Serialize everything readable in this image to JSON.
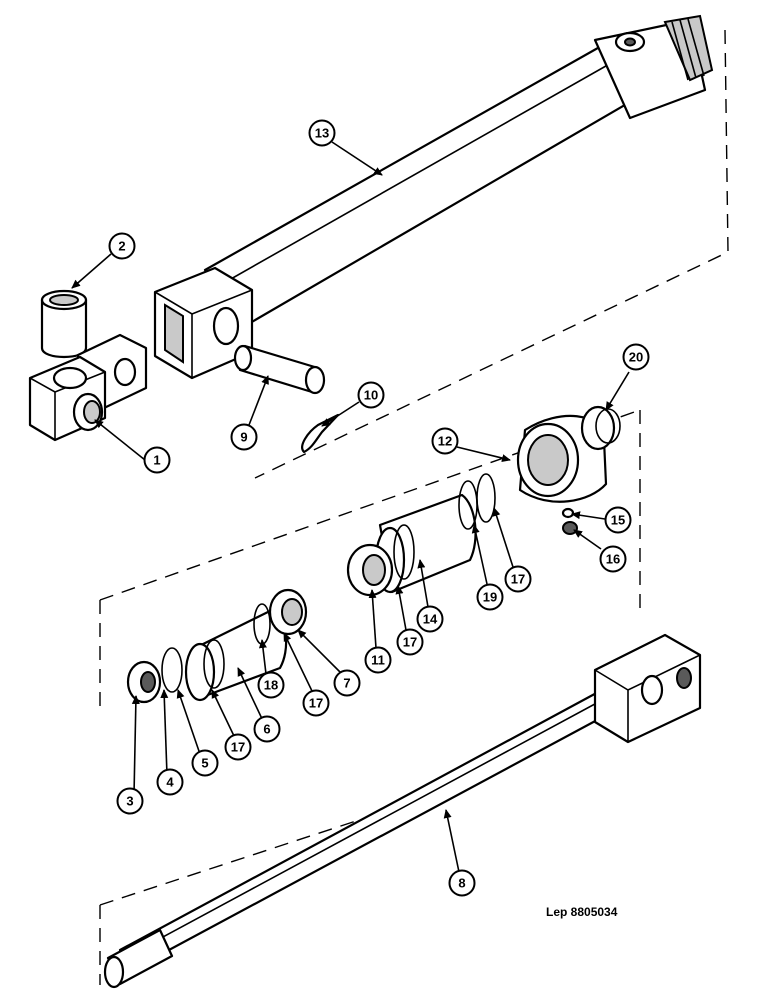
{
  "reference": "Lep 8805034",
  "callouts": [
    "1",
    "2",
    "3",
    "4",
    "5",
    "6",
    "7",
    "8",
    "9",
    "10",
    "11",
    "12",
    "13",
    "14",
    "15",
    "16",
    "17",
    "17",
    "17",
    "17",
    "18",
    "19",
    "20"
  ]
}
